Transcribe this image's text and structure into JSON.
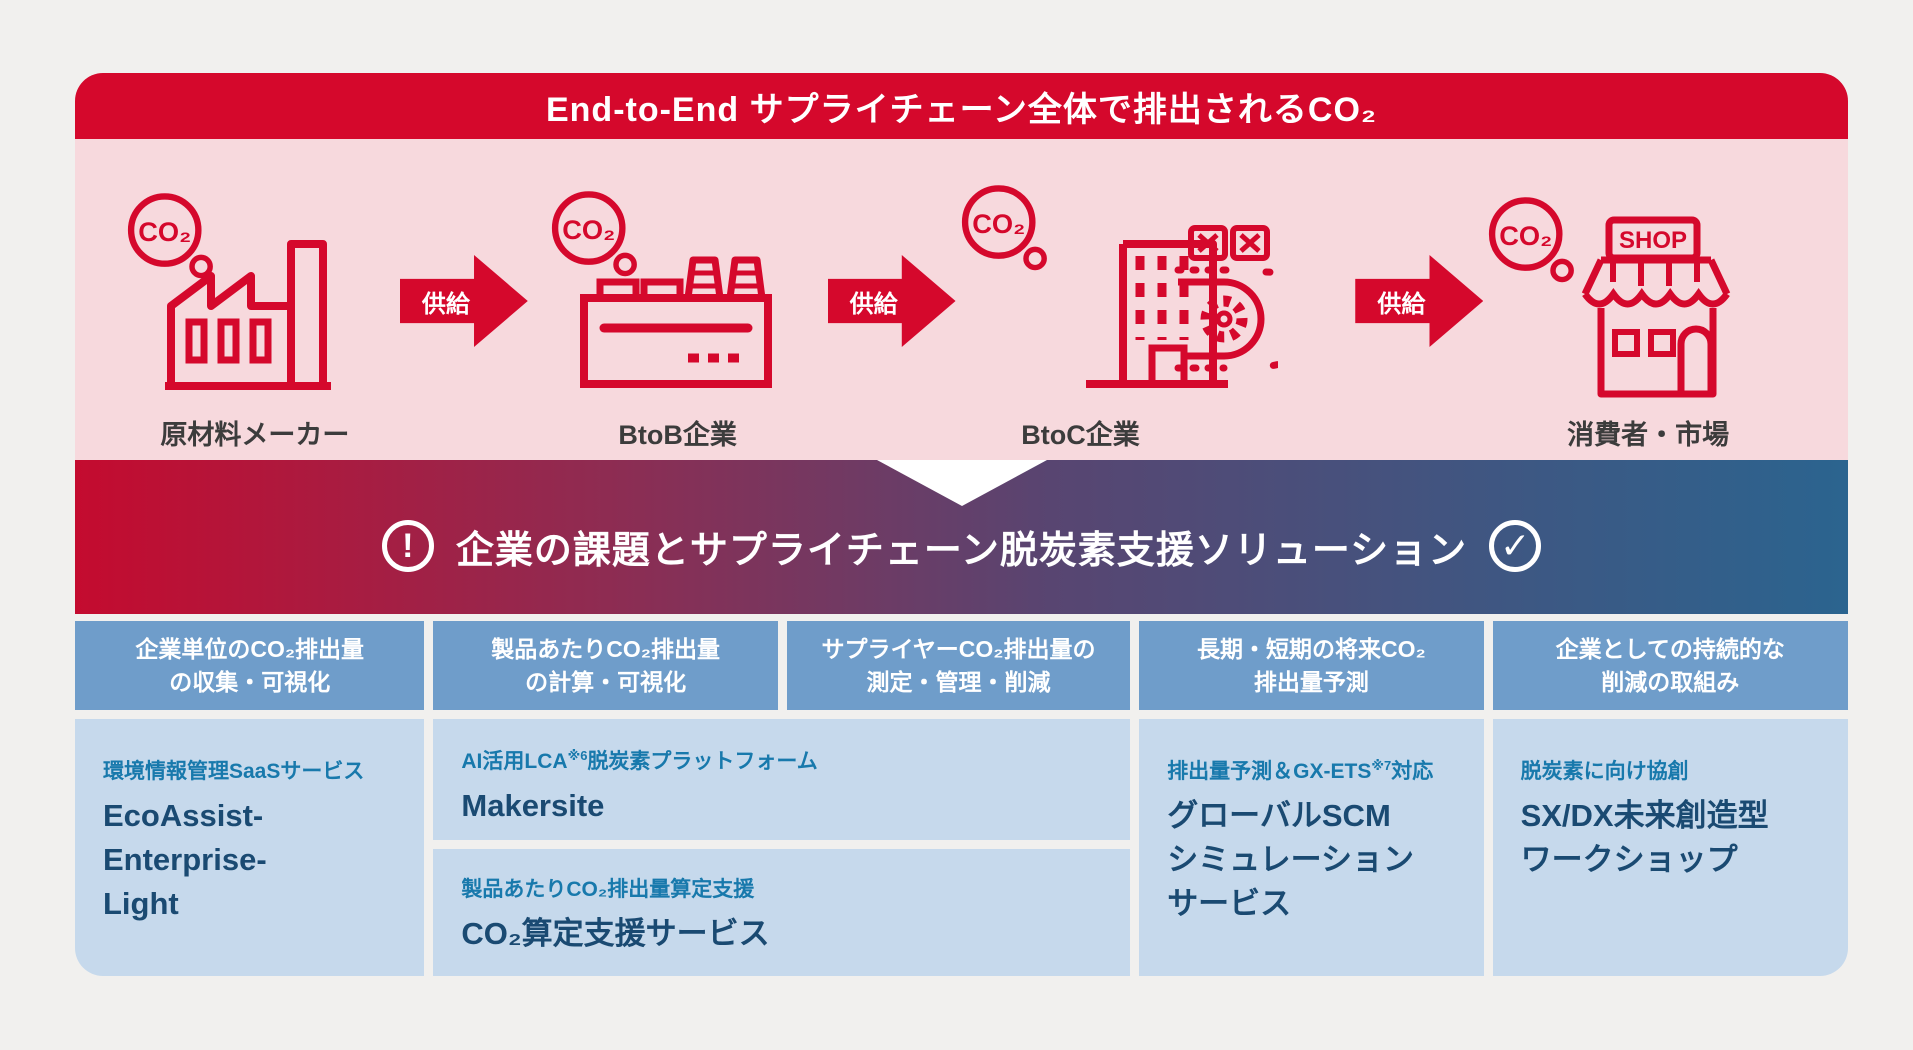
{
  "top_banner": {
    "title": "End-to-End サプライチェーン全体で排出されるCO₂"
  },
  "flow": {
    "co2_text": "CO₂",
    "shop_sign": "SHOP",
    "supply_label": "供給",
    "stages": [
      {
        "label": "原材料メーカー"
      },
      {
        "label": "BtoB企業"
      },
      {
        "label": "BtoC企業"
      },
      {
        "label": "消費者・市場"
      }
    ]
  },
  "solution_banner": {
    "title": "企業の課題とサプライチェーン脱炭素支援ソリューション"
  },
  "icons": {
    "alert": "!",
    "check": "✓"
  },
  "table": {
    "headers": [
      "企業単位のCO₂排出量\nの収集・可視化",
      "製品あたりCO₂排出量\nの計算・可視化",
      "サプライヤーCO₂排出量の\n測定・管理・削減",
      "長期・短期の将来CO₂\n排出量予測",
      "企業としての持続的な\n削減の取組み"
    ],
    "cells": {
      "col1": {
        "category": "環境情報管理SaaSサービス",
        "service": "EcoAssist-\nEnterprise-\nLight"
      },
      "col23_top": {
        "category_pre": "AI活用LCA",
        "category_sup": "※6",
        "category_post": "脱炭素プラットフォーム",
        "service": "Makersite"
      },
      "col23_bottom": {
        "category": "製品あたりCO₂排出量算定支援",
        "service": "CO₂算定支援サービス"
      },
      "col4": {
        "category_pre": "排出量予測＆GX-ETS",
        "category_sup": "※7",
        "category_post": "対応",
        "service": "グローバルSCM\nシミュレーション\nサービス"
      },
      "col5": {
        "category": "脱炭素に向け協創",
        "service": "SX/DX未来創造型\nワークショップ"
      }
    }
  },
  "colors": {
    "page_bg": "#f1f0ee",
    "brand_red": "#d5082c",
    "pink_bg": "#f7d9dd",
    "gradient_left": "#c40b2f",
    "gradient_mid1": "#8e2c52",
    "gradient_mid2": "#584571",
    "gradient_right": "#2b648f",
    "header_blue": "#6f9dca",
    "cell_blue": "#c6d9ec",
    "category_blue": "#1879ac",
    "service_navy": "#1a4a72",
    "stage_label": "#3c3c3c"
  }
}
